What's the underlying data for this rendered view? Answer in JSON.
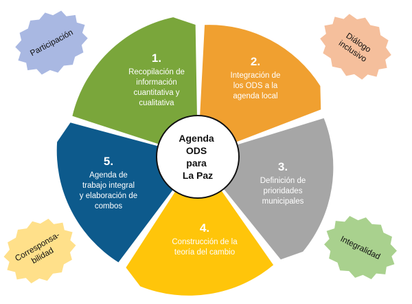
{
  "center": {
    "lines": [
      "Agenda",
      "ODS",
      "para",
      "La Paz"
    ]
  },
  "segments": [
    {
      "number": "1.",
      "lines": [
        "Recopilación de",
        "información",
        "cuantitativa y",
        "cualitativa"
      ],
      "color": "#7aa63b"
    },
    {
      "number": "2.",
      "lines": [
        "Integración de",
        "los ODS a la",
        "agenda local"
      ],
      "color": "#f0a030"
    },
    {
      "number": "3.",
      "lines": [
        "Definición de",
        "prioridades",
        "municipales"
      ],
      "color": "#a6a6a6"
    },
    {
      "number": "4.",
      "lines": [
        "Construcción de la",
        "teoría del cambio"
      ],
      "color": "#ffc50a"
    },
    {
      "number": "5.",
      "lines": [
        "Agenda de",
        "trabajo integral",
        "y elaboración de",
        "combos"
      ],
      "color": "#0d5a8c"
    }
  ],
  "badges": [
    {
      "lines": [
        "Participación"
      ],
      "color": "#a9b8e2"
    },
    {
      "lines": [
        "Diálogo",
        "inclusivo"
      ],
      "color": "#f5bf9c"
    },
    {
      "lines": [
        "Integralidad"
      ],
      "color": "#a9d18e"
    },
    {
      "lines": [
        "Corresponsa-",
        "bilidad"
      ],
      "color": "#ffe08a"
    }
  ]
}
